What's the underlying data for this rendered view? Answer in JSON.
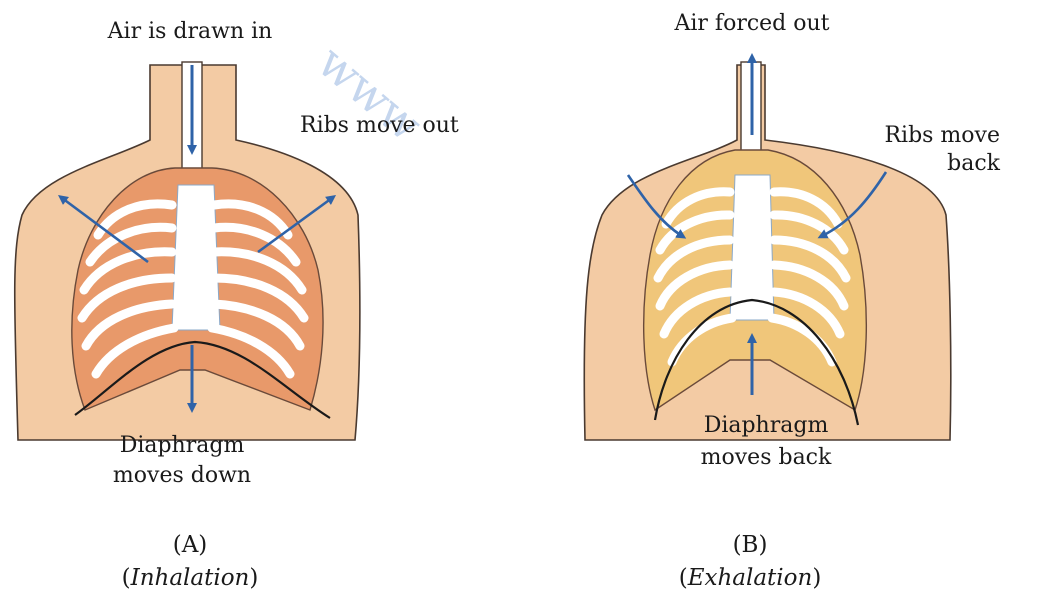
{
  "panel_a": {
    "air_label": "Air is drawn in",
    "ribs_label": "Ribs move out",
    "diaphragm_line1": "Diaphragm",
    "diaphragm_line2": "moves down",
    "caption_letter": "(A)",
    "caption_open": "(",
    "caption_name": "Inhalation",
    "caption_close": ")"
  },
  "panel_b": {
    "air_label": "Air forced out",
    "ribs_line1": "Ribs move",
    "ribs_line2": "back",
    "diaphragm_line1": "Diaphragm",
    "diaphragm_line2": "moves back",
    "caption_letter": "(B)",
    "caption_open": "(",
    "caption_name": "Exhalation",
    "caption_close": ")"
  },
  "watermark": "www",
  "colors": {
    "skin": "#f3cba4",
    "skin_outline": "#4a3a30",
    "rib_fill": "#e8996a",
    "rib_fill_b": "#f0c67a",
    "bone": "#ffffff",
    "bone_shade": "#cfe3f4",
    "arrow": "#2f63a8",
    "watermark": "#c5d6ee"
  },
  "icons": {
    "air_arrow_a": "arrow-down-icon",
    "air_arrow_b": "arrow-up-icon",
    "diaphragm_arrow_a": "arrow-down-icon",
    "diaphragm_arrow_b": "arrow-up-icon"
  }
}
